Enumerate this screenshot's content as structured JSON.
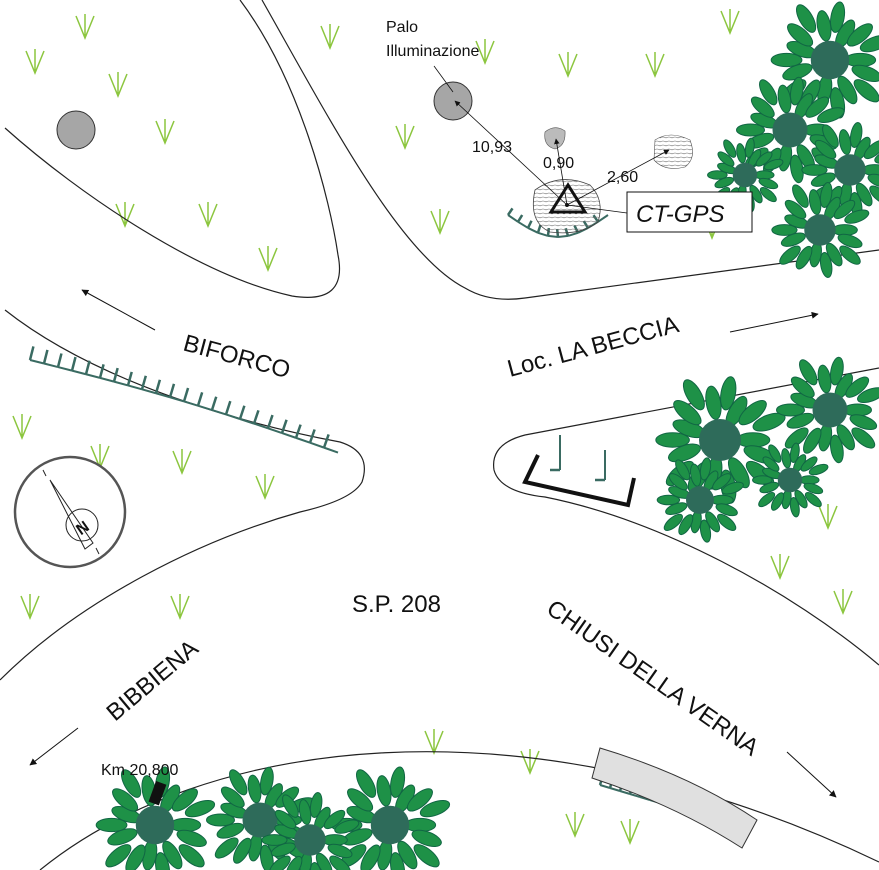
{
  "roads": {
    "main": "S.P. 208",
    "to_biforco": "BIFORCO",
    "to_la_beccia": "Loc. LA BECCIA",
    "to_chiusi": "CHIUSI DELLA VERNA",
    "to_bibbiena": "BIBBIENA"
  },
  "milestone": "Km 20,800",
  "landmark": {
    "line1": "Palo",
    "line2": "Illuminazione"
  },
  "distances": {
    "pole": "10,93",
    "rock_near": "0,90",
    "rock_far": "2,60"
  },
  "station": "CT-GPS",
  "colors": {
    "grass": "#8cc63f",
    "bush": "#1e9147",
    "bush_dark": "#2e6b5a",
    "scarp": "#3a6b62",
    "pole": "#a6a6a6"
  }
}
